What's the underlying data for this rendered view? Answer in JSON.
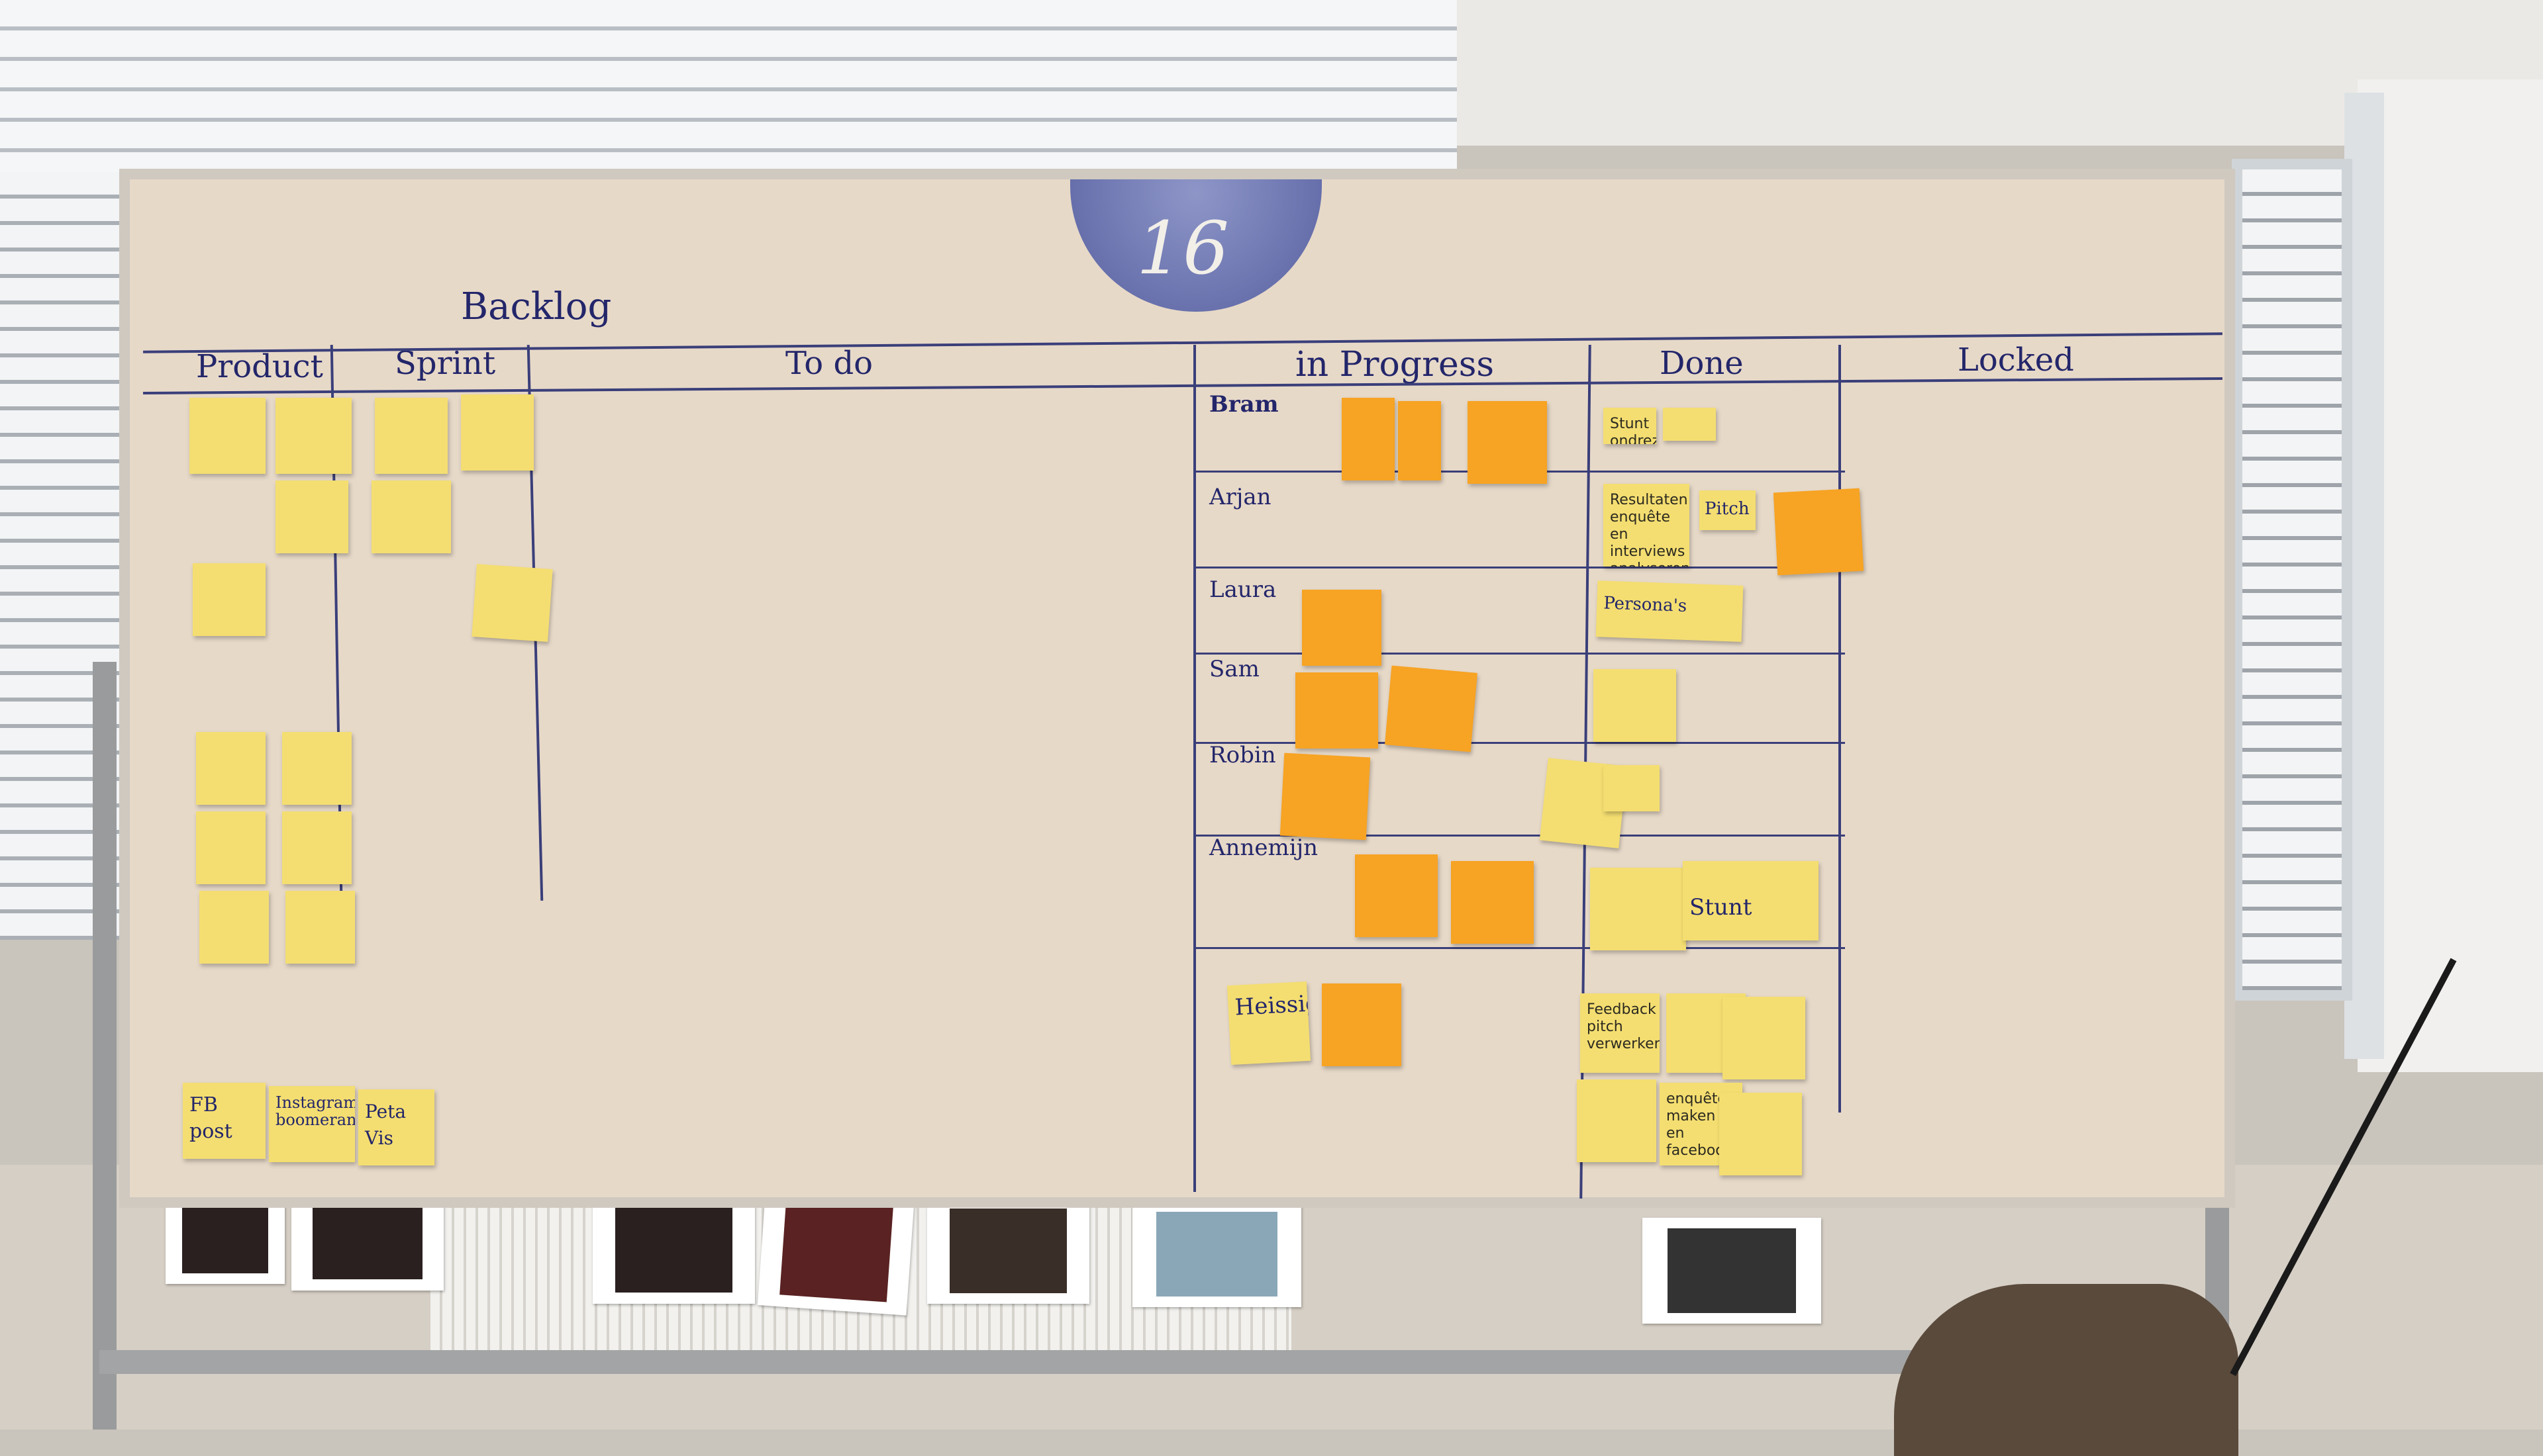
{
  "logo": {
    "text": "16"
  },
  "headers": {
    "backlog": "Backlog",
    "product": "Product",
    "sprint": "Sprint",
    "todo": "To do",
    "in_progress": "in Progress",
    "done": "Done",
    "locked": "Locked"
  },
  "people": [
    "Bram",
    "Arjan",
    "Laura",
    "Sam",
    "Robin",
    "Annemijn"
  ],
  "notes_text": {
    "pitch": "Pitch",
    "personas": "Persona's",
    "stunt_1": "Stunt ondrez",
    "stunt_2": "Stunt",
    "resultaten": "Resultaten enquête en interviews analyseren",
    "heissigt": "Heissigt",
    "feedback_pitch": "Feedback pitch verwerken",
    "enquete": "enquête maken en facebook",
    "fb_post": "FB post",
    "instagram": "Instagram boomerang",
    "peta_vis": "Peta Vis"
  },
  "colors": {
    "yellow_note": "#f4de71",
    "orange_note": "#f7a323",
    "marker": "#23266a"
  }
}
